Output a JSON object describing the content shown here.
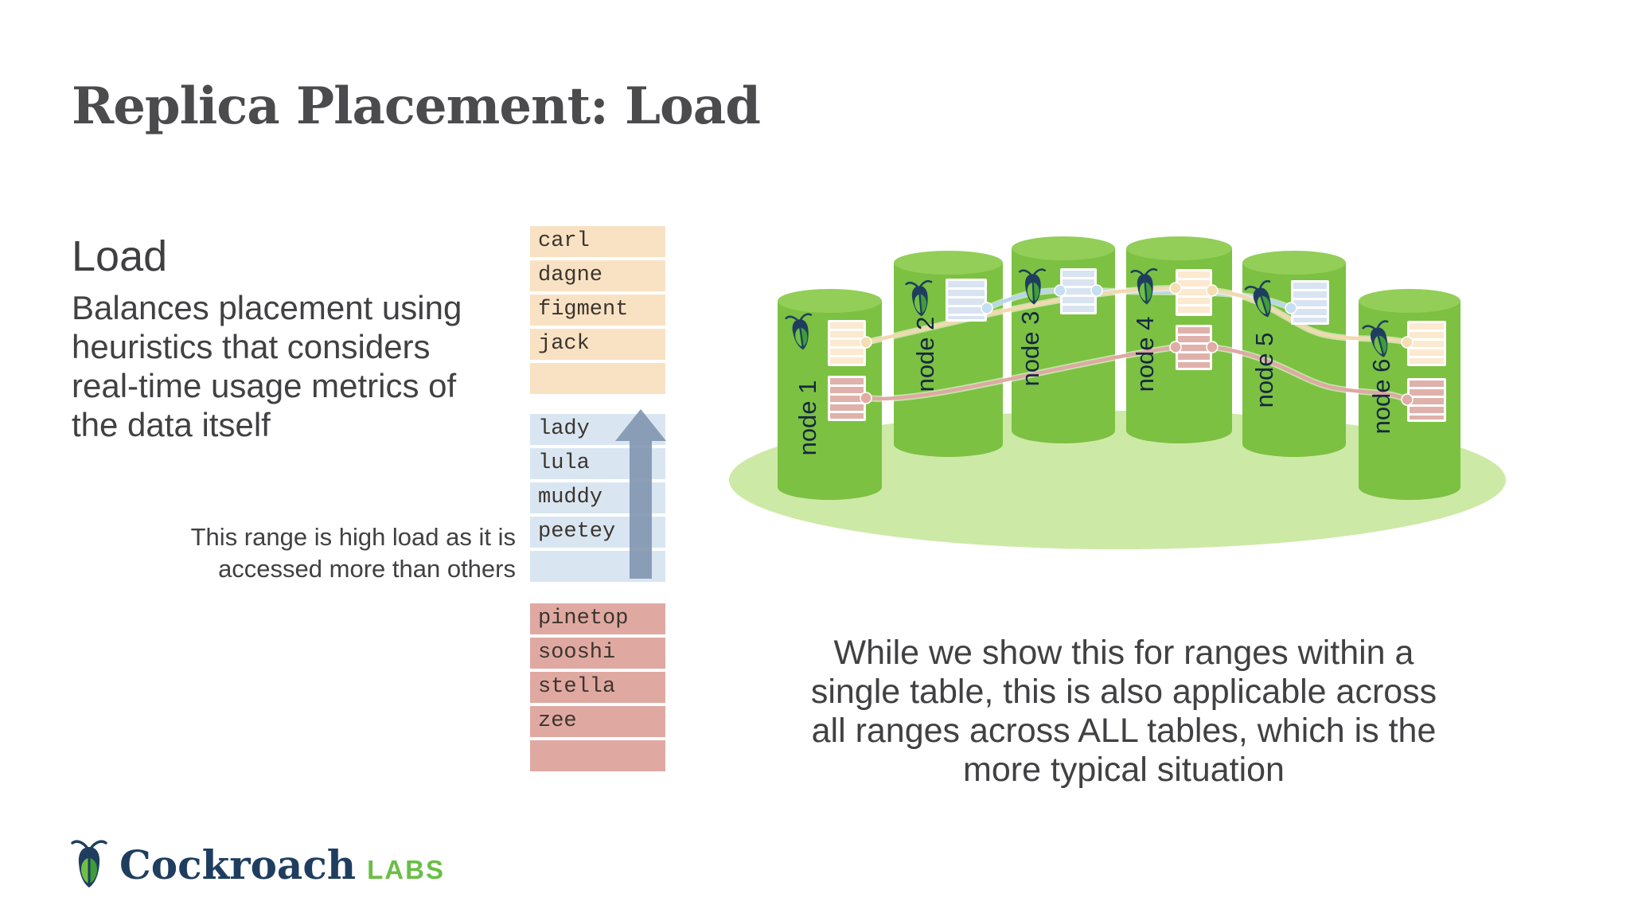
{
  "slide": {
    "title": "Replica Placement: Load",
    "left": {
      "heading": "Load",
      "description_lines": [
        "Balances placement using",
        "heuristics that considers",
        "real-time usage metrics of",
        "the data itself"
      ],
      "annotation_lines": [
        "This range is high load as it is",
        "accessed more than others"
      ]
    },
    "ranges": [
      {
        "name": "warm-range",
        "color": "#f9e2c4",
        "rows": [
          "carl",
          "dagne",
          "figment",
          "jack",
          ""
        ]
      },
      {
        "name": "hot-range",
        "color": "#d9e6f2",
        "high_load_arrow": true,
        "rows": [
          "lady",
          "lula",
          "muddy",
          "peetey",
          ""
        ]
      },
      {
        "name": "cold-range",
        "color": "#dfa9a2",
        "rows": [
          "pinetop",
          "sooshi",
          "stella",
          "zee",
          ""
        ]
      }
    ],
    "diagram": {
      "nodes": [
        {
          "label": "node 1",
          "replicas": [
            "warm",
            "cold"
          ]
        },
        {
          "label": "node 2",
          "replicas": [
            "hot"
          ]
        },
        {
          "label": "node 3",
          "replicas": [
            "hot"
          ]
        },
        {
          "label": "node 4",
          "replicas": [
            "warm",
            "cold"
          ]
        },
        {
          "label": "node 5",
          "replicas": [
            "hot"
          ]
        },
        {
          "label": "node 6",
          "replicas": [
            "warm",
            "cold"
          ]
        }
      ]
    },
    "footnote_lines": [
      "While we show this for ranges within a",
      "single table, this is also applicable across",
      "all ranges across ALL tables, which is the",
      "more typical situation"
    ],
    "logo": {
      "brand": "Cockroach",
      "suffix": "LABS"
    }
  },
  "colors": {
    "cylinder_green": "#7cc142",
    "cylinder_top_green": "#92ce58",
    "platform_green": "#cde9a6",
    "warm_row": "#f9e2c4",
    "hot_row": "#d9e6f2",
    "cold_row": "#dfa9a2",
    "high_load_arrow": "#7e93ae",
    "brand_navy": "#1f3e5f",
    "brand_green": "#6abf45",
    "text_gray": "#414042"
  }
}
